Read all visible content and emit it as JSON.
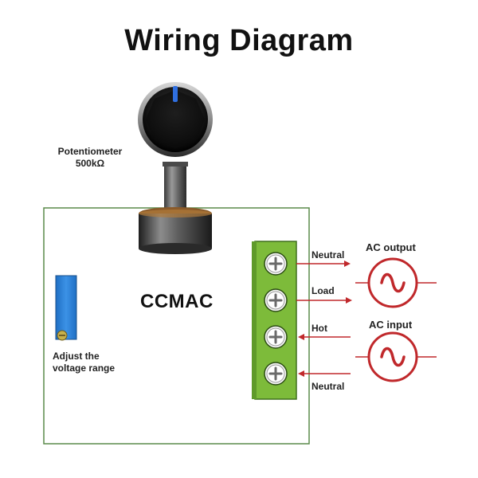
{
  "title": "Wiring Diagram",
  "potentiometer": {
    "label_line1": "Potentiometer",
    "label_line2": "500kΩ"
  },
  "module": {
    "name": "CCMAC",
    "trimmer_label_line1": "Adjust the",
    "trimmer_label_line2": "voltage range"
  },
  "terminals": [
    {
      "label": "Neutral",
      "direction": "out"
    },
    {
      "label": "Load",
      "direction": "out"
    },
    {
      "label": "Hot",
      "direction": "in"
    },
    {
      "label": "Neutral",
      "direction": "in"
    }
  ],
  "ac_sources": [
    {
      "label": "AC output",
      "symbol": "sine-wave-icon"
    },
    {
      "label": "AC input",
      "symbol": "sine-wave-icon"
    }
  ],
  "colors": {
    "wire": "#c0282b",
    "terminal_block": "#7dbb3a",
    "trimmer": "#2a7fd4",
    "board_outline": "#5a8a4a",
    "knob_indicator": "#2f6fe0"
  }
}
